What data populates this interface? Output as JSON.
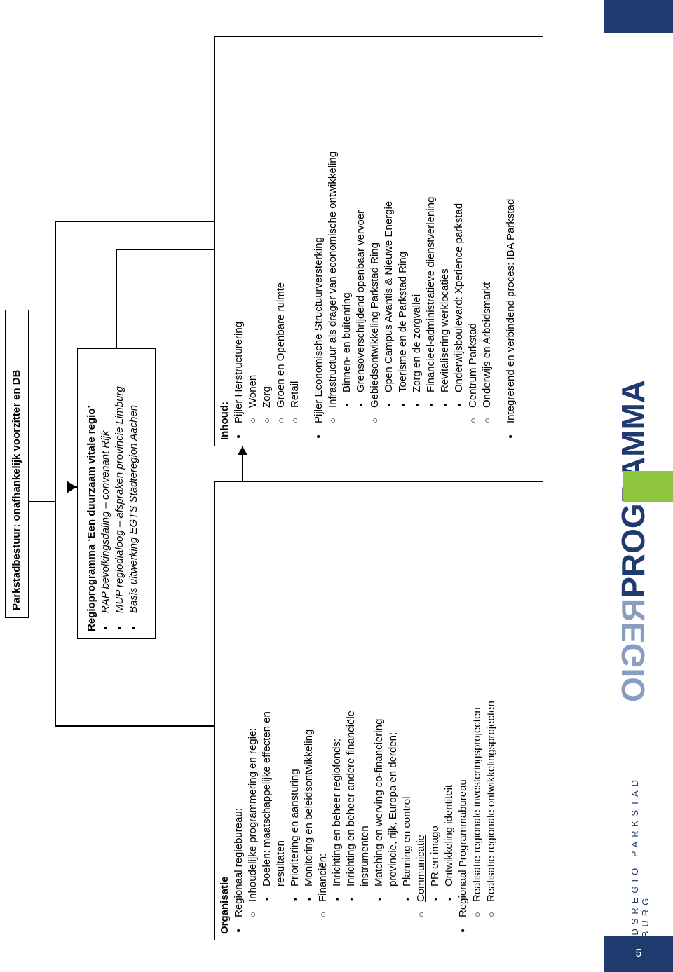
{
  "header": {
    "title": "Parkstadbestuur: onafhankelijk voorzitter en DB"
  },
  "regio": {
    "head": "Regioprogramma ‘Een duurzaam vitale regio’",
    "items": [
      "RAP bevolkingsdaling – convenant Rijk",
      "MUP regiodialoog – afspraken provincie Limburg",
      "Basis uitwerking EGTS Städteregion Aachen"
    ]
  },
  "organisatie": {
    "title": "Organisatie",
    "regiebureau": "Regionaal regiebureau:",
    "inhoudelijk": "Inhoudelijke programmering en regie:",
    "inhoudelijk_items": [
      "Doelen: maatschappelijke effecten en",
      "Prioritering en aansturing",
      "Monitoring en beleidsontwikkeling"
    ],
    "doelen_cont": "resultaten",
    "financien": "Financiën:",
    "financien_items": [
      "Inrichting en beheer regiofonds;",
      "Inrichting en beheer andere financiële",
      "Matching en werving co-financiering",
      "Planning en control"
    ],
    "instrumenten_cont": "instrumenten",
    "matching_cont": "provincie, rijk, Europa en derden;",
    "communicatie": "Communicatie",
    "communicatie_items": [
      "PR en imago",
      "Ontwikkeling identiteit"
    ],
    "programmabureau": "Regionaal Programmabureau",
    "programmabureau_items": [
      "Realisatie regionale investeringsprojecten",
      "Realisatie regionale ontwikkelingsprojecten"
    ]
  },
  "inhoud": {
    "title": "Inhoud:",
    "pijler1": "Pijler Herstructurering",
    "pijler1_items": [
      "Wonen",
      "Zorg",
      "Groen en Openbare ruimte",
      "Retail"
    ],
    "pijler2": "Pijler Economische Structuurversterking",
    "infra": "Infrastructuur als drager van economische ontwikkeling",
    "infra_items": [
      "Binnen- en buitenring",
      "Grensoverschrijdend openbaar vervoer"
    ],
    "gebied": "Gebiedsontwikkeling Parkstad Ring",
    "gebied_items": [
      "Open Campus Avantis & Nieuwe Energie",
      "Toerisme en de Parkstad Ring",
      "Zorg en de zorgvallei",
      "Financieel-administratieve dienstverlening",
      "Revitalisering werklocaties",
      "Onderwijsboulevard: Xperience parkstad"
    ],
    "centrum": "Centrum Parkstad",
    "onderwijs": "Onderwijs en Arbeidsmarkt",
    "integrerend": "Integrerend en verbindend proces: IBA Parkstad"
  },
  "footer": {
    "brand": "STADSREGIO PARKSTAD LIMBURG",
    "logo_regio": "REGIO",
    "logo_programma": "PROGRAMMA",
    "page_number": "5"
  },
  "colors": {
    "navy": "#1f3a6e",
    "green": "#8ec63f",
    "logo_light": "#8a9dc0"
  }
}
